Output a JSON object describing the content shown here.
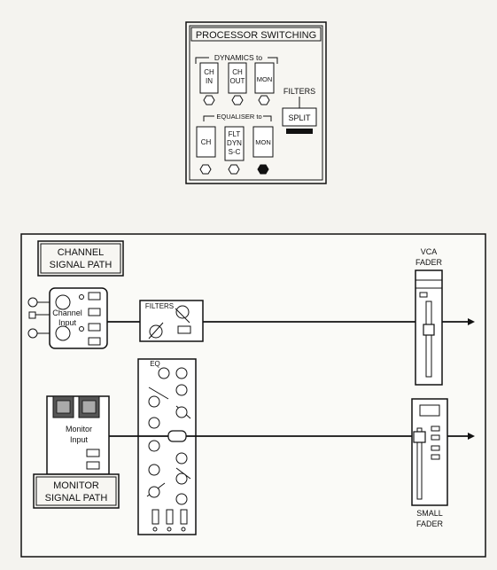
{
  "processor_switching": {
    "title": "PROCESSOR SWITCHING",
    "dynamics_label": "DYNAMICS to",
    "dynamics_buttons": [
      [
        "CH",
        "IN"
      ],
      [
        "CH",
        "OUT"
      ],
      [
        "MON"
      ]
    ],
    "equaliser_label": "EQUALISER to",
    "equaliser_buttons": [
      [
        "CH"
      ],
      [
        "FLT",
        "DYN",
        "S-C"
      ],
      [
        "MON"
      ]
    ],
    "filters_label": "FILTERS",
    "split_label": "SPLIT"
  },
  "channel_path": {
    "title_lines": [
      "CHANNEL",
      "SIGNAL PATH"
    ],
    "input_lines": [
      "Channel",
      "Input"
    ],
    "filters_label": "FILTERS",
    "vca_lines": [
      "VCA",
      "FADER"
    ]
  },
  "eq": {
    "label": "EQ"
  },
  "monitor_path": {
    "title_lines": [
      "MONITOR",
      "SIGNAL PATH"
    ],
    "input_lines": [
      "Monitor",
      "Input"
    ],
    "small_fader_lines": [
      "SMALL",
      "FADER"
    ]
  }
}
